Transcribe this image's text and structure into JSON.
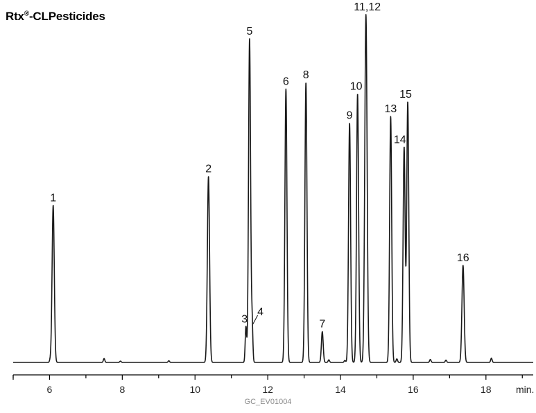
{
  "chart_data": {
    "type": "line",
    "title_main": "Rtx",
    "title_mark": "®",
    "title_rest": "-CLPesticides",
    "xlabel": "min.",
    "ylabel": "",
    "xlim": [
      5,
      19.3
    ],
    "ylim": [
      0,
      100
    ],
    "xticks": [
      6,
      8,
      10,
      12,
      14,
      16,
      18
    ],
    "grid": false,
    "peaks": [
      {
        "label": "1",
        "x": 6.1,
        "height": 48.5,
        "width": 0.03
      },
      {
        "label": "2",
        "x": 10.37,
        "height": 57.5,
        "width": 0.03
      },
      {
        "label": "3",
        "x": 11.4,
        "height": 11.0,
        "width": 0.02
      },
      {
        "label": "4",
        "x": 11.57,
        "height": 12.0,
        "width": 0.02
      },
      {
        "label": "5",
        "x": 11.5,
        "height": 100.0,
        "width": 0.028
      },
      {
        "label": "6",
        "x": 12.5,
        "height": 84.5,
        "width": 0.028
      },
      {
        "label": "7",
        "x": 13.5,
        "height": 9.5,
        "width": 0.025
      },
      {
        "label": "8",
        "x": 13.05,
        "height": 86.5,
        "width": 0.028
      },
      {
        "label": "9",
        "x": 14.25,
        "height": 74.0,
        "width": 0.028
      },
      {
        "label": "10",
        "x": 14.47,
        "height": 83.0,
        "width": 0.028
      },
      {
        "label": "11,12",
        "x": 14.7,
        "height": 107.5,
        "width": 0.032
      },
      {
        "label": "13",
        "x": 15.38,
        "height": 76.0,
        "width": 0.028
      },
      {
        "label": "14",
        "x": 15.75,
        "height": 66.5,
        "width": 0.028
      },
      {
        "label": "15",
        "x": 15.85,
        "height": 80.5,
        "width": 0.028
      },
      {
        "label": "16",
        "x": 17.37,
        "height": 30.0,
        "width": 0.03
      }
    ],
    "minor_peaks": [
      {
        "x": 6.02,
        "height": 0.8
      },
      {
        "x": 7.5,
        "height": 1.2
      },
      {
        "x": 7.95,
        "height": 0.4
      },
      {
        "x": 9.28,
        "height": 0.5
      },
      {
        "x": 13.68,
        "height": 0.8
      },
      {
        "x": 14.12,
        "height": 0.6
      },
      {
        "x": 15.55,
        "height": 1.1
      },
      {
        "x": 16.47,
        "height": 0.9
      },
      {
        "x": 16.9,
        "height": 0.7
      },
      {
        "x": 18.15,
        "height": 1.3
      }
    ]
  },
  "footer_code": "GC_EV01004"
}
